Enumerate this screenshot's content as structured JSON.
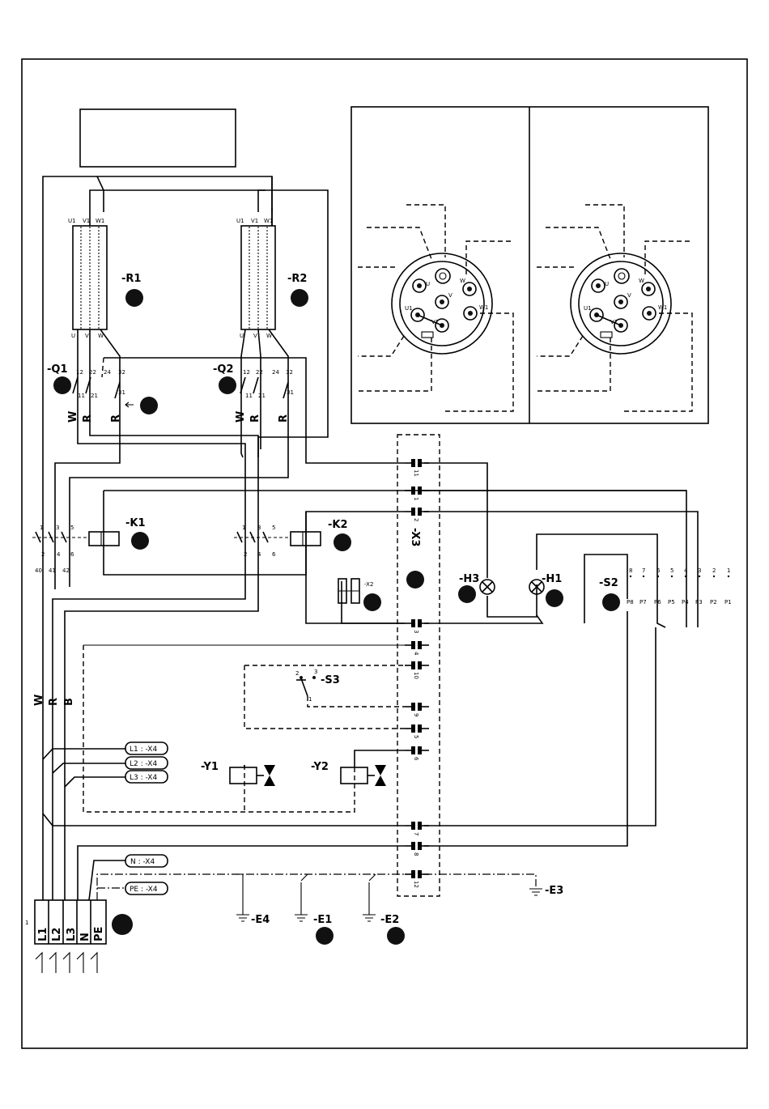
{
  "components": {
    "R1": "-R1",
    "R2": "-R2",
    "Q1": "-Q1",
    "Q2": "-Q2",
    "K1": "-K1",
    "K2": "-K2",
    "X3": "-X3",
    "X2": "-X2",
    "H3": "-H3",
    "H1": "-H1",
    "S2": "-S2",
    "S3": "-S3",
    "Y1": "-Y1",
    "Y2": "-Y2",
    "E1": "-E1",
    "E2": "-E2",
    "E3": "-E3",
    "E4": "-E4"
  },
  "heater_terminals": {
    "top": [
      "U1",
      "V1",
      "W1"
    ],
    "bottom": [
      "U",
      "V",
      "W"
    ]
  },
  "switch_pins": {
    "top": [
      "12",
      "22",
      "24",
      "32"
    ],
    "bottom": [
      "11",
      "21",
      "31"
    ]
  },
  "wire_colors": [
    "W",
    "R",
    "R"
  ],
  "contactor_pins": {
    "top": [
      "1",
      "3",
      "5"
    ],
    "bottom": [
      "2",
      "4",
      "6"
    ],
    "aux": [
      "40",
      "41",
      "42"
    ]
  },
  "terminal_strip": [
    "11",
    "1",
    "2",
    "3",
    "4",
    "10",
    "9",
    "5",
    "6",
    "7",
    "8",
    "12"
  ],
  "s2_top": [
    "8",
    "7",
    "6",
    "5",
    "4",
    "3",
    "2",
    "1"
  ],
  "s2_bottom": [
    "P8",
    "P7",
    "P6",
    "P5",
    "P4",
    "P3",
    "P2",
    "P1"
  ],
  "s3_pins": [
    "2",
    "3",
    "1"
  ],
  "cable_colors": [
    "W",
    "R",
    "B"
  ],
  "x4_refs": [
    "L1 : -X4",
    "L2 : -X4",
    "L3 : -X4",
    "N : -X4",
    "PE : -X4"
  ],
  "supply_terminals": [
    "L1",
    "L2",
    "L3",
    "N",
    "PE"
  ],
  "supply_marker": "1",
  "connector_pins": [
    "U",
    "V",
    "W",
    "U1",
    "V1",
    "W1"
  ]
}
